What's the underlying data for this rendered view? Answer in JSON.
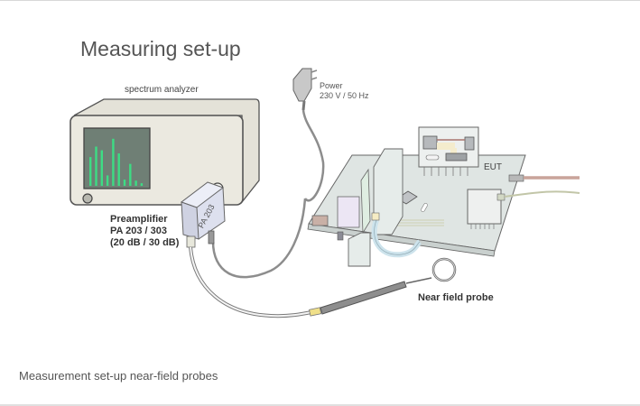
{
  "figure": {
    "title": "Measuring set-up",
    "labels": {
      "spectrum_analyzer": "spectrum analyzer",
      "power_line1": "Power",
      "power_line2": "230 V / 50 Hz",
      "eut": "EUT",
      "preamp_line1": "Preamplifier",
      "preamp_line2": "PA 203 / 303",
      "preamp_line3": "(20 dB / 30 dB)",
      "preamp_box": "PA 203",
      "near_field_probe": "Near field probe"
    },
    "colors": {
      "analyzer_body": "#ebe9e0",
      "screen": "#6f7f75",
      "spectrum_lines": "#3ddc84",
      "pcb": "#dfe5e3",
      "preamp": "#dde0ee",
      "cable": "#9a9a9a",
      "red_cable": "#c9a49a"
    },
    "spectrum_bar_heights": [
      0.55,
      0.75,
      0.68,
      0.2,
      0.9,
      0.62,
      0.12,
      0.42,
      0.1,
      0.05
    ]
  },
  "caption": "Measurement set-up near-field probes"
}
